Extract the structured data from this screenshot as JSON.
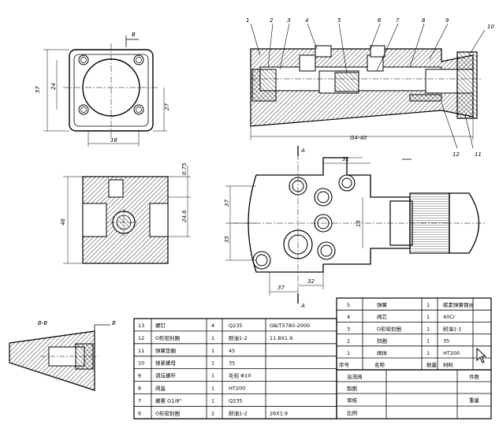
{
  "part_labels": [
    "1",
    "2",
    "3",
    "4",
    "5",
    "6",
    "7",
    "8",
    "9",
    "10",
    "11",
    "12"
  ],
  "dimensions": {
    "front_left": "57",
    "front_inner": "24",
    "front_right": "27",
    "front_bottom": "16",
    "b_label": "B",
    "top_right_width": "G4-40",
    "side_top": "0.75",
    "side_right": "24.6",
    "side_left": "46",
    "main_top": "31",
    "main_left_a": "37",
    "main_left_b": "35",
    "main_inner": "15",
    "main_bottom_a": "37",
    "main_bottom_b": "32"
  },
  "section_labels": {
    "a_top": "A",
    "a_bottom": "A",
    "bb": "B-B",
    "bb_marker": "B"
  },
  "parts_table_left": {
    "rows": [
      {
        "no": "13",
        "name": "螺钉",
        "qty": "4",
        "mat": "Q235",
        "std": "GB/T5780-2000"
      },
      {
        "no": "12",
        "name": "O形密封圈",
        "qty": "1",
        "mat": "耐油1-2",
        "std": "11.8X1.9"
      },
      {
        "no": "11",
        "name": "弹簧垫圈",
        "qty": "1",
        "mat": "45",
        "std": ""
      },
      {
        "no": "10",
        "name": "锁紧螺母",
        "qty": "1",
        "mat": "35",
        "std": ""
      },
      {
        "no": "9",
        "name": "调压螺杆",
        "qty": "1",
        "mat": "毛毡 Φ10",
        "std": ""
      },
      {
        "no": "8",
        "name": "阀盖",
        "qty": "1",
        "mat": "HT200",
        "std": ""
      },
      {
        "no": "7",
        "name": "螺塞 G1/8\"",
        "qty": "1",
        "mat": "Q235",
        "std": ""
      },
      {
        "no": "6",
        "name": "O形密封圈",
        "qty": "2",
        "mat": "耐油1-2",
        "std": "26X1.9"
      }
    ],
    "footer": {
      "seq": "序号",
      "name": "名称",
      "qty": "数量",
      "mat": "材料"
    }
  },
  "parts_table_right": {
    "rows": [
      {
        "no": "5",
        "name": "弹簧",
        "qty": "1",
        "mat": "碳素弹簧钢丝"
      },
      {
        "no": "4",
        "name": "阀芯",
        "qty": "1",
        "mat": "40Cr"
      },
      {
        "no": "3",
        "name": "O形密封圈",
        "qty": "1",
        "mat": "耐油1-1"
      },
      {
        "no": "2",
        "name": "挡圈",
        "qty": "1",
        "mat": "35"
      },
      {
        "no": "1",
        "name": "阀体",
        "qty": "1",
        "mat": "HT200"
      }
    ],
    "footer": {
      "qty": "数量",
      "mat": "材料"
    }
  },
  "title_block": {
    "row1": "溢流阀",
    "row2": "制图",
    "row3": "审核",
    "row4": "比例",
    "row5": "件数",
    "row6": "重量"
  },
  "colors": {
    "ink": "#000000",
    "paper": "#ffffff",
    "hatch": "#000000"
  }
}
